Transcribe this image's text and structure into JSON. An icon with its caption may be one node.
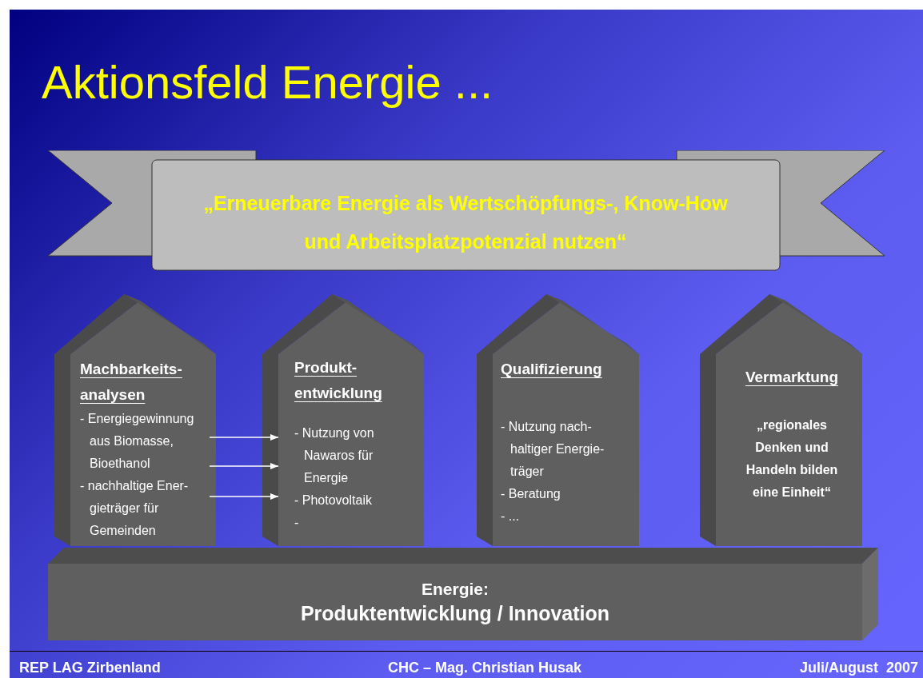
{
  "diagram": {
    "title": "Aktionsfeld Energie ...",
    "nodes": [
      {
        "text": [
          "„Erneuerbare Energie  als Wertschöpfungs-, Know-How und Arbeitsplatzpotenzial nutzen“"
        ]
      },
      {
        "text": [
          "Machbarkeits- analysen",
          "- Energiegewinnung aus Biomasse, Bioethanol",
          "- nachhaltige Ener- gieträger für Gemeinden"
        ]
      },
      {
        "text": [
          "Produkt- entwicklung",
          "- Nutzung von Nawaros für Energie",
          "- Photovoltaik",
          "-"
        ]
      },
      {
        "text": [
          "Qualifizierung",
          "- Nutzung nach- haltiger Energie- träger",
          "- Beratung",
          "- ..."
        ]
      },
      {
        "text": [
          "Vermarktung",
          "„regionales Denken und Handeln bilden eine Einheit“"
        ]
      },
      {
        "text": [
          "Energie:",
          "Produktentwicklung / Innovation"
        ]
      }
    ],
    "edges": [
      {
        "from": 1,
        "to": 2,
        "arrow": "to"
      },
      {
        "from": 1,
        "to": 2,
        "arrow": "to"
      },
      {
        "from": 1,
        "to": 2,
        "arrow": "to"
      }
    ],
    "labels": [
      "REP LAG Zirbenland",
      "CHC – Mag. Christian Husak",
      "Juli/August  2007"
    ]
  }
}
